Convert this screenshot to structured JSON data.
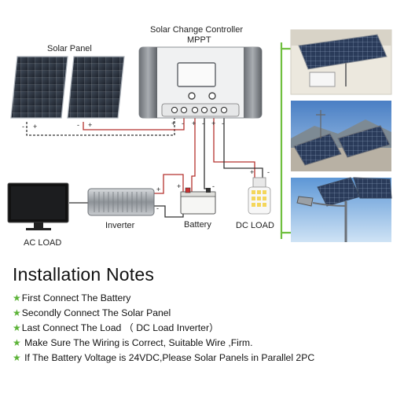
{
  "labels": {
    "controller_title": "Solar Change Controller",
    "controller_subtitle": "MPPT",
    "solar_panel": "Solar Panel",
    "inverter": "Inverter",
    "battery": "Battery",
    "dc_load": "DC LOAD",
    "ac_load": "AC LOAD"
  },
  "terminals": {
    "panel_left": [
      "-",
      "+"
    ],
    "panel_right": [
      "-",
      "+"
    ],
    "controller": [
      "+",
      "-",
      "+",
      "-",
      "+",
      "-"
    ],
    "dc_load": [
      "+",
      "-"
    ],
    "inverter": [
      "+",
      "-"
    ],
    "battery": [
      "+",
      "-"
    ]
  },
  "installation_notes": {
    "title": "Installation Notes",
    "items": [
      "First Connect The Battery",
      "Secondly Connect  The  Solar Panel",
      "Last  Connect  The Load （ DC Load  Inverter）",
      " Make Sure The Wiring is Correct, Suitable Wire ,Firm.",
      " If The Battery Voltage is 24VDC,Please Solar Panels in Parallel 2PC"
    ]
  },
  "colors": {
    "positive_wire": "#b5322e",
    "negative_wire": "#333333",
    "bracket": "#6fbf3e",
    "star": "#5cb338"
  }
}
